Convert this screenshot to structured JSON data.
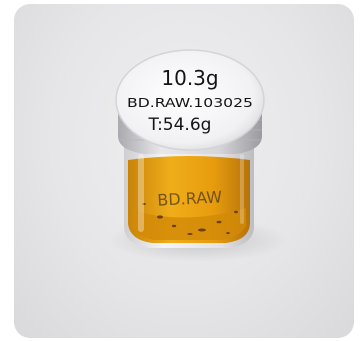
{
  "photo": {
    "subject": "jar",
    "lid_label": {
      "line1": "10.3g",
      "line2": "BD.RAW.103025",
      "line3": "T:54.6g"
    },
    "jar_label": "BD.RAW",
    "colors": {
      "background": "#e6e5e7",
      "lid": "#f6f6f8",
      "lid_band": "#c9c9cd",
      "contents": "#e8a10f",
      "ink": "#141414"
    }
  }
}
